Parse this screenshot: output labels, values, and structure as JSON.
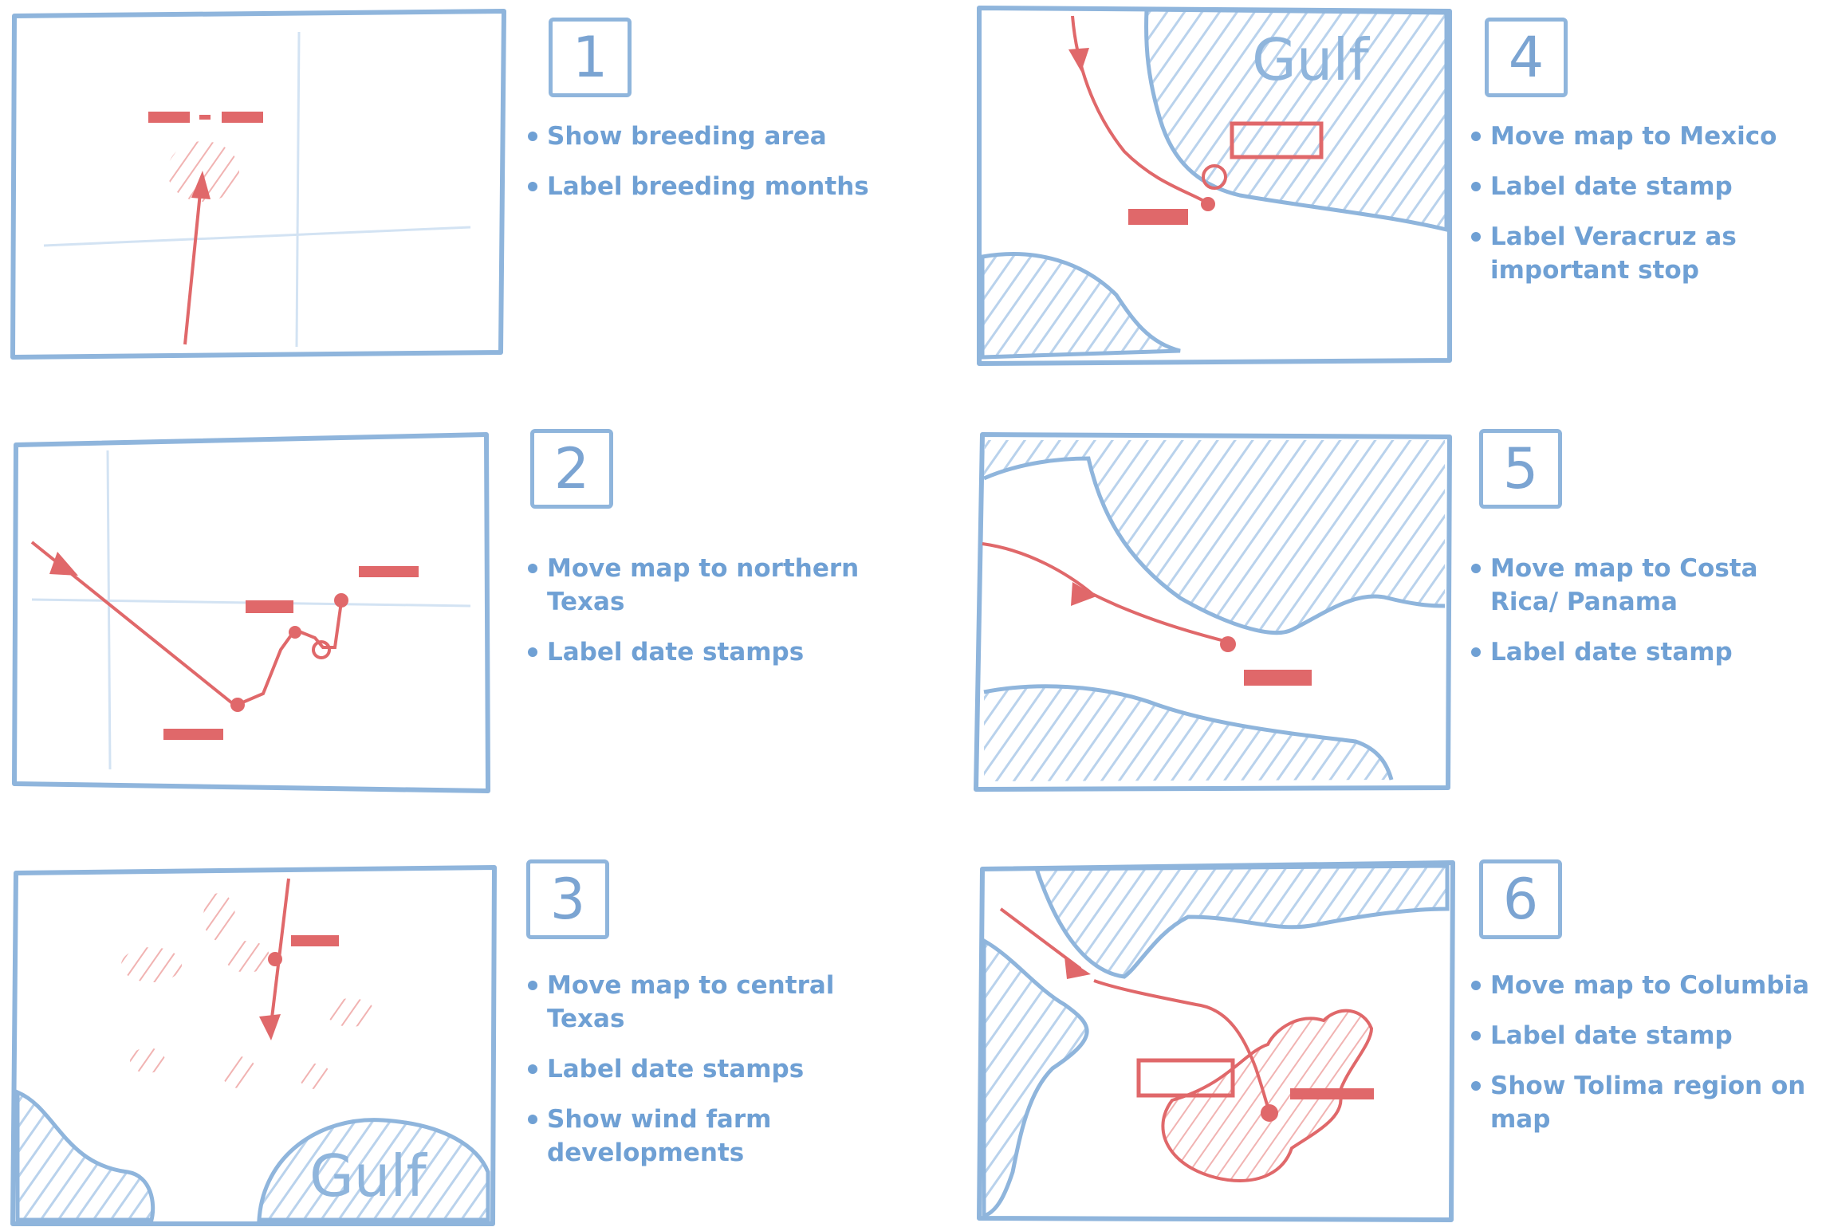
{
  "panels": [
    {
      "number": "1",
      "notes": [
        "Show breeding area",
        "Label breeding months"
      ]
    },
    {
      "number": "2",
      "notes": [
        "Move map to northern Texas",
        "Label date stamps"
      ]
    },
    {
      "number": "3",
      "notes": [
        "Move map to central Texas",
        "Label date stamps",
        "Show wind farm developments"
      ],
      "map_label": "Gulf"
    },
    {
      "number": "4",
      "notes": [
        "Move map to Mexico",
        "Label date stamp",
        "Label Veracruz as important stop"
      ],
      "map_label": "Gulf"
    },
    {
      "number": "5",
      "notes": [
        "Move map to Costa Rica/ Panama",
        "Label date stamp"
      ]
    },
    {
      "number": "6",
      "notes": [
        "Move map to Columbia",
        "Label date stamp",
        "Show Tolima region on map"
      ]
    }
  ],
  "colors": {
    "frame": "#8fb5dc",
    "water": "#b9d2ec",
    "route": "#e0686a",
    "text": "#6fa0d4"
  }
}
